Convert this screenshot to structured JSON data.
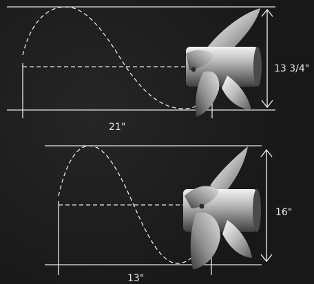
{
  "diagrams": [
    {
      "height_label": "13 3/4\"",
      "width_label": "21\""
    },
    {
      "height_label": "16\"",
      "width_label": "13\""
    }
  ],
  "colors": {
    "background": "#1b1b1b",
    "lines": "#e8e8e8",
    "propeller_light": "#d9d9d9",
    "propeller_dark": "#6d6d6d"
  },
  "icons": [
    "propeller-icon"
  ]
}
